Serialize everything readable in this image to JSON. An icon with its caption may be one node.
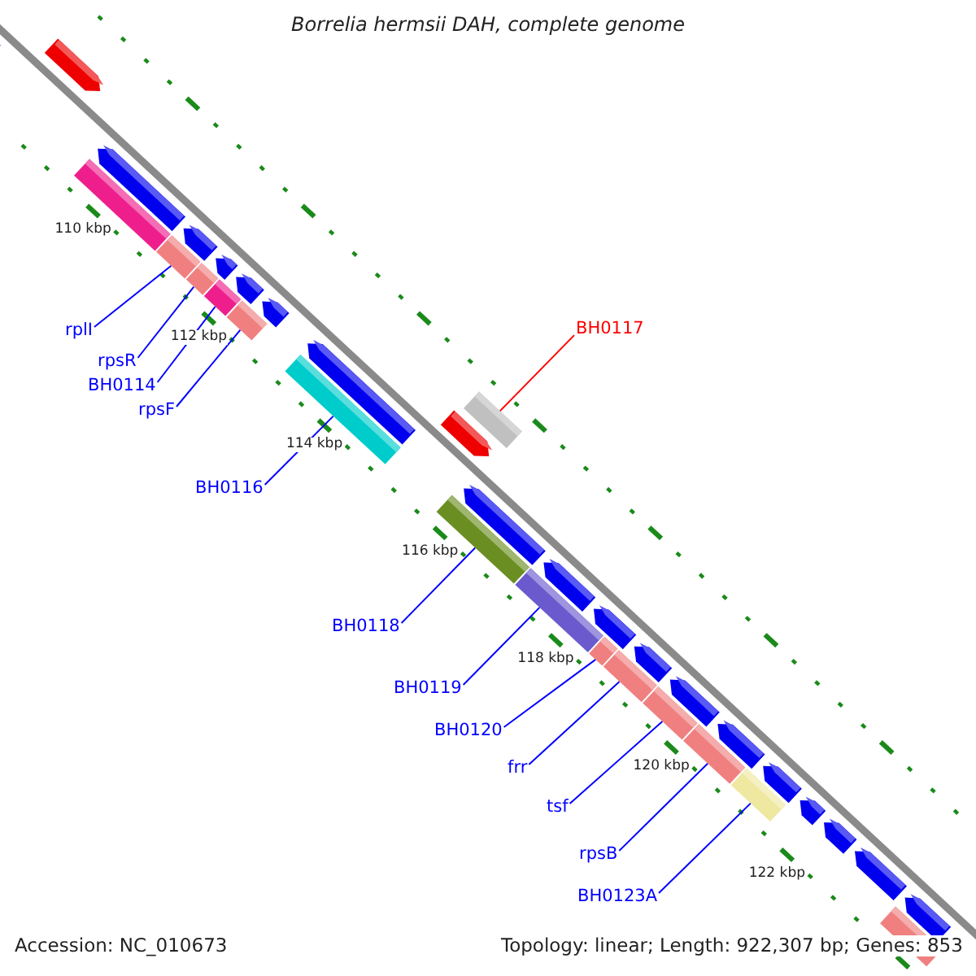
{
  "diagram": {
    "title": "Borrelia hermsii DAH, complete genome",
    "nodes": [
      {
        "text": [
          "rplI"
        ]
      },
      {
        "text": [],
        "shape": "bar"
      },
      {
        "text": [
          "rpsR"
        ]
      },
      {
        "text": [],
        "shape": "bar"
      },
      {
        "text": [
          "BH0114"
        ]
      },
      {
        "text": [],
        "shape": "bar"
      },
      {
        "text": [
          "rpsF"
        ]
      },
      {
        "text": [],
        "shape": "bar"
      },
      {
        "text": [
          "BH0116"
        ]
      },
      {
        "text": [],
        "shape": "bar"
      },
      {
        "text": [
          "BH0117"
        ]
      },
      {
        "text": [],
        "shape": "bar"
      },
      {
        "text": [
          "BH0118"
        ]
      },
      {
        "text": [],
        "shape": "bar"
      },
      {
        "text": [
          "BH0119"
        ]
      },
      {
        "text": [],
        "shape": "bar"
      },
      {
        "text": [
          "BH0120"
        ]
      },
      {
        "text": [],
        "shape": "bar"
      },
      {
        "text": [
          "frr"
        ]
      },
      {
        "text": [],
        "shape": "bar"
      },
      {
        "text": [
          "tsf"
        ]
      },
      {
        "text": [],
        "shape": "bar"
      },
      {
        "text": [
          "rpsB"
        ]
      },
      {
        "text": [],
        "shape": "bar"
      },
      {
        "text": [
          "BH0123A"
        ]
      },
      {
        "text": [],
        "shape": "bar"
      },
      {
        "text": [],
        "shape": "arrow"
      },
      {
        "text": [],
        "shape": "arrow"
      },
      {
        "text": [],
        "shape": "bar"
      },
      {
        "text": [],
        "shape": "arrow"
      },
      {
        "text": [],
        "shape": "arrow"
      },
      {
        "text": [],
        "shape": "arrow"
      },
      {
        "text": [],
        "shape": "arrow"
      },
      {
        "text": [],
        "shape": "arrow"
      },
      {
        "text": [],
        "shape": "arrow"
      },
      {
        "text": [],
        "shape": "arrow"
      },
      {
        "text": [],
        "shape": "arrow"
      },
      {
        "text": [],
        "shape": "arrow"
      },
      {
        "text": [],
        "shape": "arrow"
      },
      {
        "text": [],
        "shape": "arrow"
      },
      {
        "text": [],
        "shape": "arrow"
      },
      {
        "text": [],
        "shape": "arrow"
      },
      {
        "text": [],
        "shape": "arrow"
      },
      {
        "text": [],
        "shape": "arrow"
      },
      {
        "text": [],
        "shape": "arrow"
      },
      {
        "text": [],
        "shape": "arrow"
      },
      {
        "text": [],
        "shape": "bar"
      },
      {
        "text": [],
        "shape": "arrow"
      }
    ],
    "edges": [
      {
        "from": 0,
        "to": 1,
        "arrow": "none"
      },
      {
        "from": 2,
        "to": 3,
        "arrow": "none"
      },
      {
        "from": 4,
        "to": 5,
        "arrow": "none"
      },
      {
        "from": 6,
        "to": 7,
        "arrow": "none"
      },
      {
        "from": 8,
        "to": 9,
        "arrow": "none"
      },
      {
        "from": 10,
        "to": 11,
        "arrow": "none",
        "color": "#ff0000"
      },
      {
        "from": 12,
        "to": 13,
        "arrow": "none"
      },
      {
        "from": 14,
        "to": 15,
        "arrow": "none"
      },
      {
        "from": 16,
        "to": 17,
        "arrow": "none"
      },
      {
        "from": 18,
        "to": 19,
        "arrow": "none"
      },
      {
        "from": 20,
        "to": 21,
        "arrow": "none"
      },
      {
        "from": 22,
        "to": 23,
        "arrow": "none"
      },
      {
        "from": 24,
        "to": 25,
        "arrow": "none"
      }
    ],
    "labels": [
      "110 kbp",
      "112 kbp",
      "114 kbp",
      "116 kbp",
      "118 kbp",
      "120 kbp",
      "122 kbp",
      "Accession: NC_010673",
      "Topology: linear; Length: 922,307 bp; Genes: 853"
    ]
  }
}
